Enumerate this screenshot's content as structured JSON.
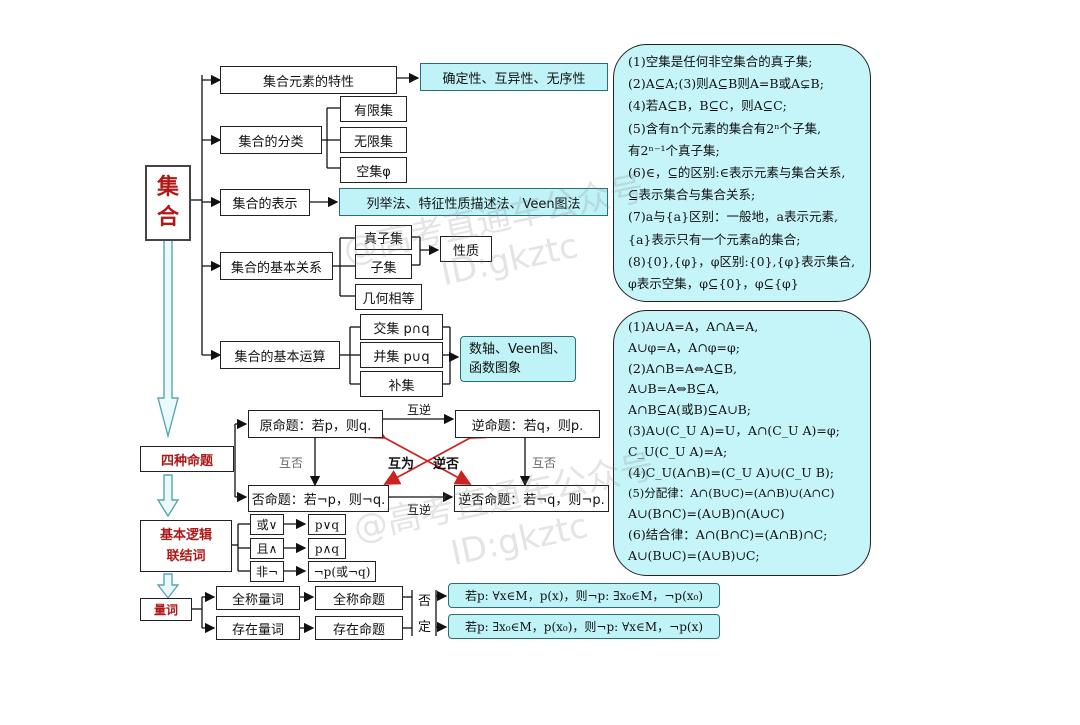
{
  "root": {
    "title_char1": "集",
    "title_char2": "合"
  },
  "branches": {
    "properties": "集合元素的特性",
    "properties_result": "确定性、互异性、无序性",
    "classification": "集合的分类",
    "class_items": [
      "有限集",
      "无限集",
      "空集φ"
    ],
    "representation": "集合的表示",
    "representation_result": "列举法、特征性质描述法、Veen图法",
    "relations": "集合的基本关系",
    "relation_items": [
      "真子集",
      "子集",
      "几何相等"
    ],
    "relation_property": "性质",
    "operations": "集合的基本运算",
    "operation_items": [
      "交集 p∩q",
      "并集 p∪q",
      "补集"
    ],
    "operations_result": "数轴、Veen图、函数图象"
  },
  "propositions": {
    "title": "四种命题",
    "original": "原命题：若p，则q.",
    "converse": "逆命题：若q，则p.",
    "inverse": "否命题：若¬p，则¬q.",
    "contrapositive": "逆否命题：若¬q，则¬p.",
    "label_mutual_converse_top": "互逆",
    "label_mutual_converse_bottom": "互逆",
    "label_mutual_negation_left": "互否",
    "label_mutual_negation_right": "互否",
    "label_center_a": "互为",
    "label_center_b": "逆否"
  },
  "logic": {
    "title_line1": "基本逻辑",
    "title_line2": "联结词",
    "items": [
      "或∨",
      "且∧",
      "非¬"
    ],
    "results": [
      "p∨q",
      "p∧q",
      "¬p(或¬q)"
    ]
  },
  "quantifiers": {
    "title": "量词",
    "universal": "全称量词",
    "universal_prop": "全称命题",
    "existential": "存在量词",
    "existential_prop": "存在命题",
    "negate_1": "否",
    "negate_2": "定",
    "result_universal": "若p: ∀x∈M，p(x)，则¬p: ∃x₀∈M，¬p(x₀)",
    "result_existential": "若p: ∃x₀∈M，p(x₀)，则¬p: ∀x∈M，¬p(x)"
  },
  "panel_top": [
    "(1)空集是任何非空集合的真子集;",
    "(2)A⊆A;(3)则A⊆B则A=B或A⊊B;",
    "(4)若A⊆B，B⊆C，则A⊆C;",
    "(5)含有n个元素的集合有2ⁿ个子集,",
    "有2ⁿ⁻¹个真子集;",
    "(6)∈，⊆的区别:∈表示元素与集合关系,",
    "⊆表示集合与集合关系;",
    "(7)a与{a}区别：一般地，a表示元素,",
    "{a}表示只有一个元素a的集合;",
    "(8){0},{φ}，φ区别:{0},{φ}表示集合,",
    "φ表示空集，φ⊆{0}，φ⊆{φ}"
  ],
  "panel_bottom": [
    "(1)A∪A=A，A∩A=A,",
    "A∪φ=A，A∩φ=φ;",
    "(2)A∩B=A⇔A⊆B,",
    "A∪B=A⇔B⊆A,",
    "A∩B⊆A(或B)⊆A∪B;",
    "(3)A∪(C_U A)=U，A∩(C_U A)=φ;",
    "C_U(C_U A)=A;",
    "(4)C_U(A∩B)=(C_U A)∪(C_U B);",
    "(5)分配律：A∩(B∪C)=(A∩B)∪(A∩C)",
    "A∪(B∩C)=(A∪B)∩(A∪C)",
    "(6)结合律：A∩(B∩C)=(A∩B)∩C;",
    "A∪(B∪C)=(A∪B)∪C;"
  ],
  "watermark": {
    "line1": "@高考直通车公众号",
    "line2": "ID:gkztc"
  },
  "colors": {
    "panel": "#c5f4f9",
    "result_box": "#bff3f8",
    "title_red": "#b01818",
    "arrow_red": "#cc2222",
    "flow_arrow": "#5aa6b0"
  }
}
